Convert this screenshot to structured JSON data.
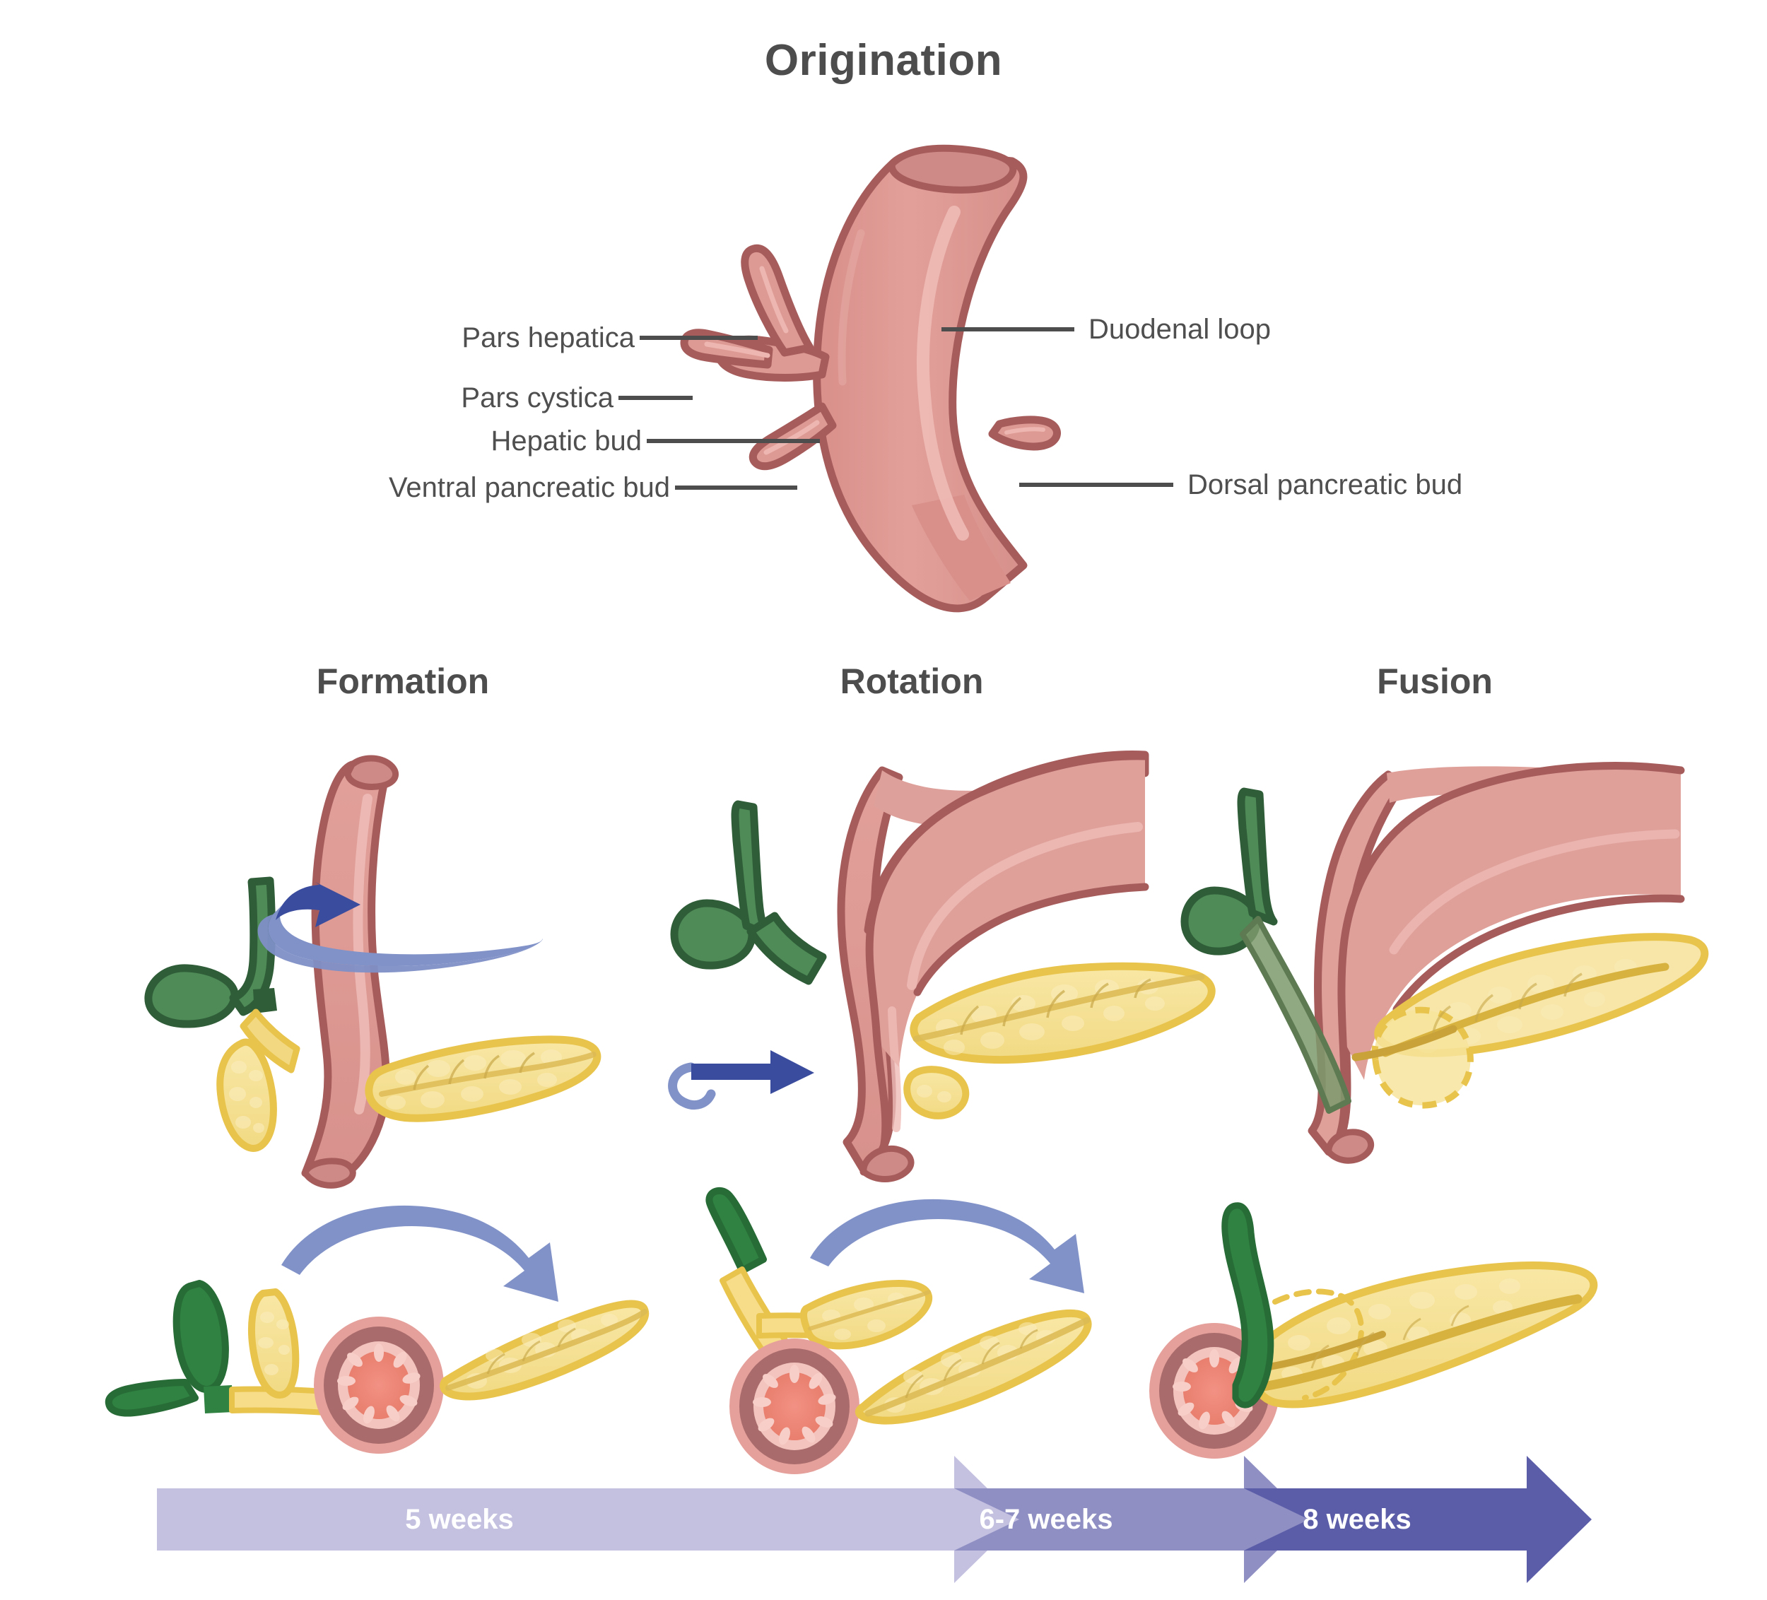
{
  "diagram": {
    "title": "Origination",
    "background_color": "#ffffff",
    "text_color": "#4f4f4f"
  },
  "origination": {
    "title": "Origination",
    "callouts": [
      {
        "id": "pars-hepatica",
        "label": "Pars hepatica",
        "side": "left"
      },
      {
        "id": "pars-cystica",
        "label": "Pars cystica",
        "side": "left"
      },
      {
        "id": "hepatic-bud",
        "label": "Hepatic bud",
        "side": "left"
      },
      {
        "id": "ventral-pancreatic-bud",
        "label": "Ventral pancreatic bud",
        "side": "left"
      },
      {
        "id": "duodenal-loop",
        "label": "Duodenal loop",
        "side": "right"
      },
      {
        "id": "dorsal-pancreatic-bud",
        "label": "Dorsal pancreatic bud",
        "side": "right"
      }
    ]
  },
  "stages": [
    {
      "id": "formation",
      "title": "Formation"
    },
    {
      "id": "rotation",
      "title": "Rotation"
    },
    {
      "id": "fusion",
      "title": "Fusion"
    }
  ],
  "timeline": {
    "segments": [
      {
        "id": "seg-5-weeks",
        "label": "5 weeks",
        "color": "#c3c0e0"
      },
      {
        "id": "seg-6-7-weeks",
        "label": "6-7 weeks",
        "color": "#8f8fc4"
      },
      {
        "id": "seg-8-weeks",
        "label": "8 weeks",
        "color": "#5b5da8"
      }
    ]
  },
  "colors": {
    "duodenum_fill": "#e09a95",
    "duodenum_stroke": "#a75c5c",
    "duodenum_highlight": "#efbcb7",
    "duodenum_shadow": "#cc8a86",
    "gallbladder_fill": "#4e8b57",
    "gallbladder_stroke": "#2f5d38",
    "pancreas_fill": "#f5df8e",
    "pancreas_stroke": "#e8c44d",
    "pancreas_light": "#fbeec0",
    "duct_yellow": "#d8b23f",
    "arrow_light_blue": "#8192c8",
    "arrow_dark_blue": "#3a4c9e",
    "leader_line": "#4d4d4d",
    "cross_outer": "#e09a95",
    "cross_muscle": "#a96b6b",
    "cross_mucosa": "#f2c4bd",
    "cross_lumen": "#ef8977"
  }
}
